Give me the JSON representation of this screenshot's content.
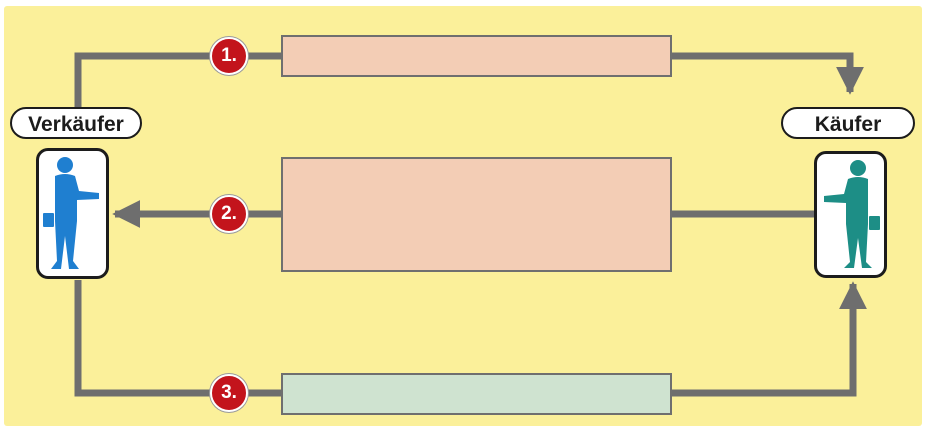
{
  "colors": {
    "background": "#fbf09a",
    "connector": "#6e6e6e",
    "badge": "#c3141c",
    "box_pink": "#f3cdb5",
    "box_green": "#cfe3d0",
    "seller_figure": "#1f7fd0",
    "buyer_figure": "#1d8e86"
  },
  "seller": {
    "label": "Verkäufer",
    "icon": "businessman-icon"
  },
  "buyer": {
    "label": "Käufer",
    "icon": "businessman-icon"
  },
  "steps": [
    {
      "number": "1.",
      "text": ""
    },
    {
      "number": "2.",
      "text": ""
    },
    {
      "number": "3.",
      "text": ""
    }
  ]
}
